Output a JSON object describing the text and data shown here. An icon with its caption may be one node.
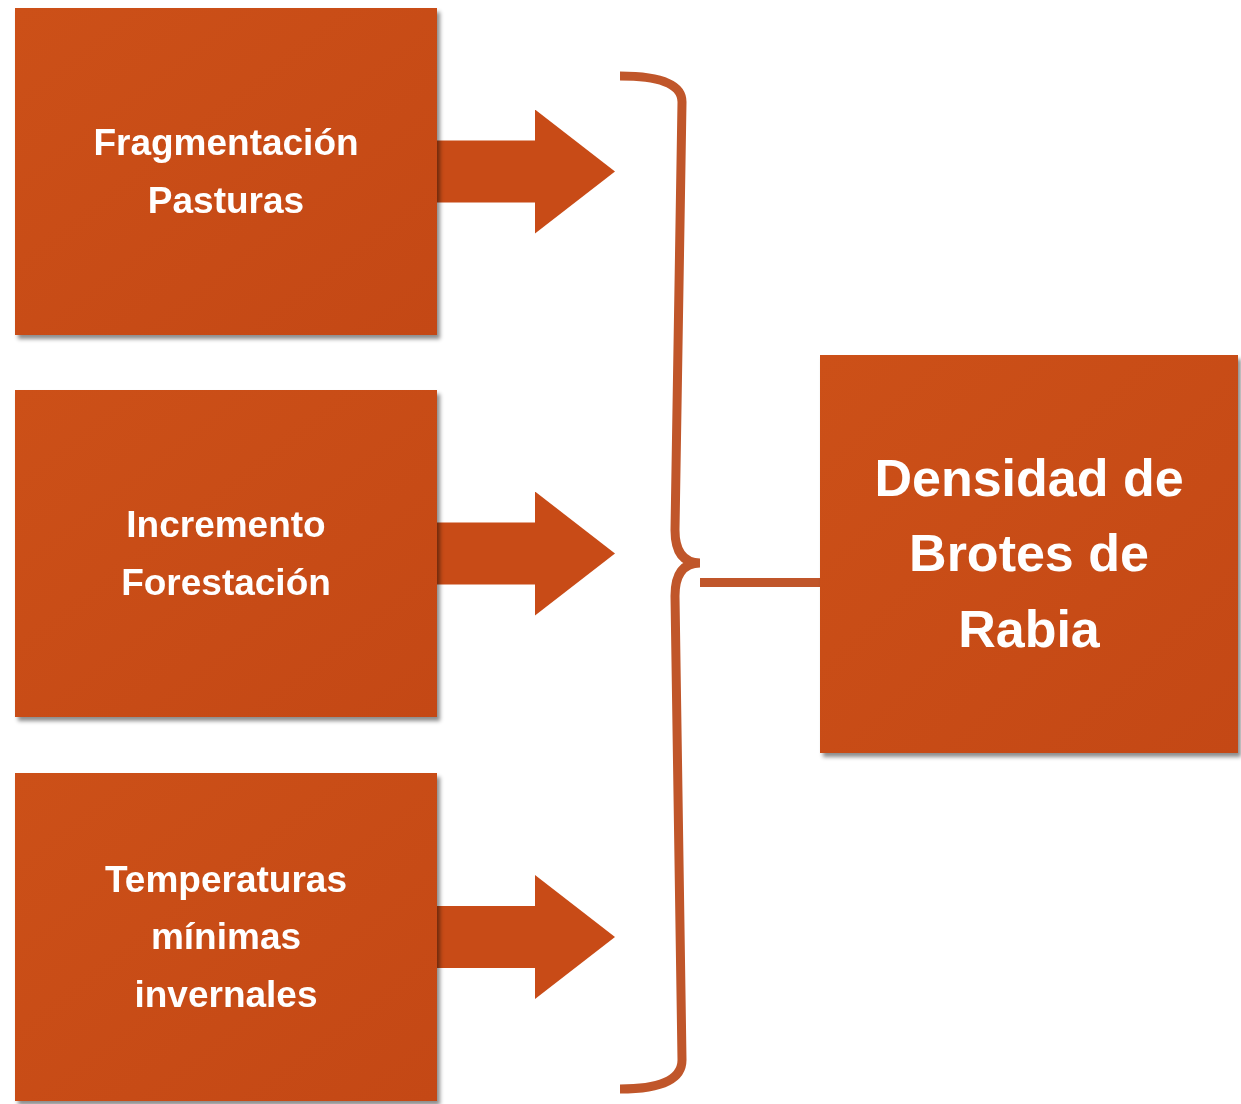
{
  "diagram": {
    "nodes": [
      {
        "text": [
          "Fragmentación Pasturas"
        ]
      },
      {
        "text": [
          "Incremento Forestación"
        ]
      },
      {
        "text": [
          "Temperaturas mínimas invernales"
        ]
      },
      {
        "text": [
          "Densidad de Brotes de Rabia"
        ]
      },
      {
        "text": [],
        "shape": "brace"
      }
    ],
    "edges": [
      {
        "from": 0,
        "to": 4,
        "arrow": "to"
      },
      {
        "from": 1,
        "to": 4,
        "arrow": "to"
      },
      {
        "from": 2,
        "to": 4,
        "arrow": "to"
      },
      {
        "from": 4,
        "to": 3,
        "arrow": "none"
      }
    ]
  }
}
